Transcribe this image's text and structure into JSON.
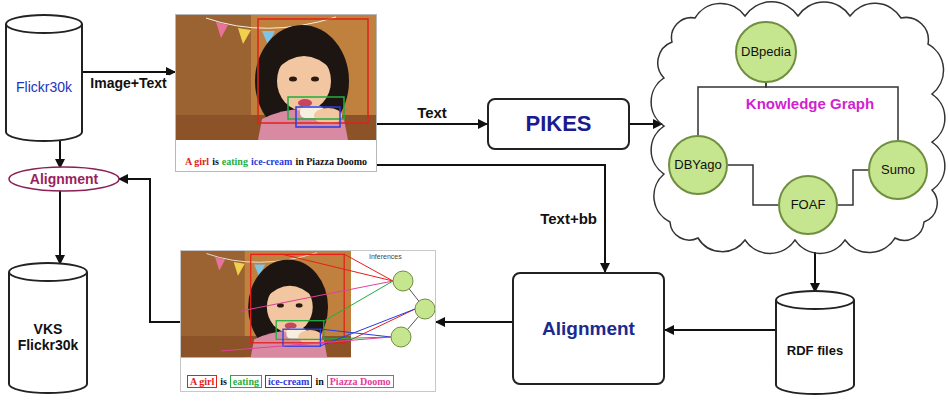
{
  "diagram": {
    "nodes": [
      {
        "text": [
          "Flickr30k"
        ]
      },
      {
        "text": [
          "A girl",
          "is",
          "eating",
          "ice-cream",
          "in Piazza Doomo"
        ]
      },
      {
        "text": [
          "PIKES"
        ]
      },
      {
        "text": [
          "Knowledge Graph"
        ]
      },
      {
        "text": [
          "DBpedia"
        ],
        "in": 3
      },
      {
        "text": [
          "DBYago"
        ],
        "in": 3
      },
      {
        "text": [
          "Sumo"
        ],
        "in": 3
      },
      {
        "text": [
          "FOAF"
        ],
        "in": 3
      },
      {
        "text": [
          "Alignment"
        ]
      },
      {
        "text": [
          "VKS Flickr30k"
        ]
      },
      {
        "text": [
          "Inferences",
          "A girl",
          "is",
          "eating",
          "ice-cream",
          "in",
          "Piazza Doomo"
        ]
      },
      {
        "text": [
          "Alignment"
        ]
      },
      {
        "text": [
          "RDF files"
        ]
      }
    ],
    "edges": [
      {
        "from": 0,
        "to": 1,
        "label": "Image+Text",
        "arrow": "to"
      },
      {
        "from": 1,
        "to": 2,
        "label": "Text",
        "arrow": "to"
      },
      {
        "from": 2,
        "to": 3,
        "arrow": "to"
      },
      {
        "from": 3,
        "to": 12,
        "arrow": "to"
      },
      {
        "from": 12,
        "to": 11,
        "arrow": "to"
      },
      {
        "from": 1,
        "to": 11,
        "label": "Text+bb",
        "arrow": "to"
      },
      {
        "from": 11,
        "to": 10,
        "arrow": "to"
      },
      {
        "from": 10,
        "to": 8,
        "arrow": "to"
      },
      {
        "from": 0,
        "to": 8,
        "arrow": "to"
      },
      {
        "from": 8,
        "to": 9,
        "arrow": "to"
      },
      {
        "from": 4,
        "to": 5,
        "arrow": "none"
      },
      {
        "from": 4,
        "to": 6,
        "arrow": "none"
      },
      {
        "from": 5,
        "to": 7,
        "arrow": "none"
      },
      {
        "from": 7,
        "to": 6,
        "arrow": "none"
      }
    ]
  }
}
